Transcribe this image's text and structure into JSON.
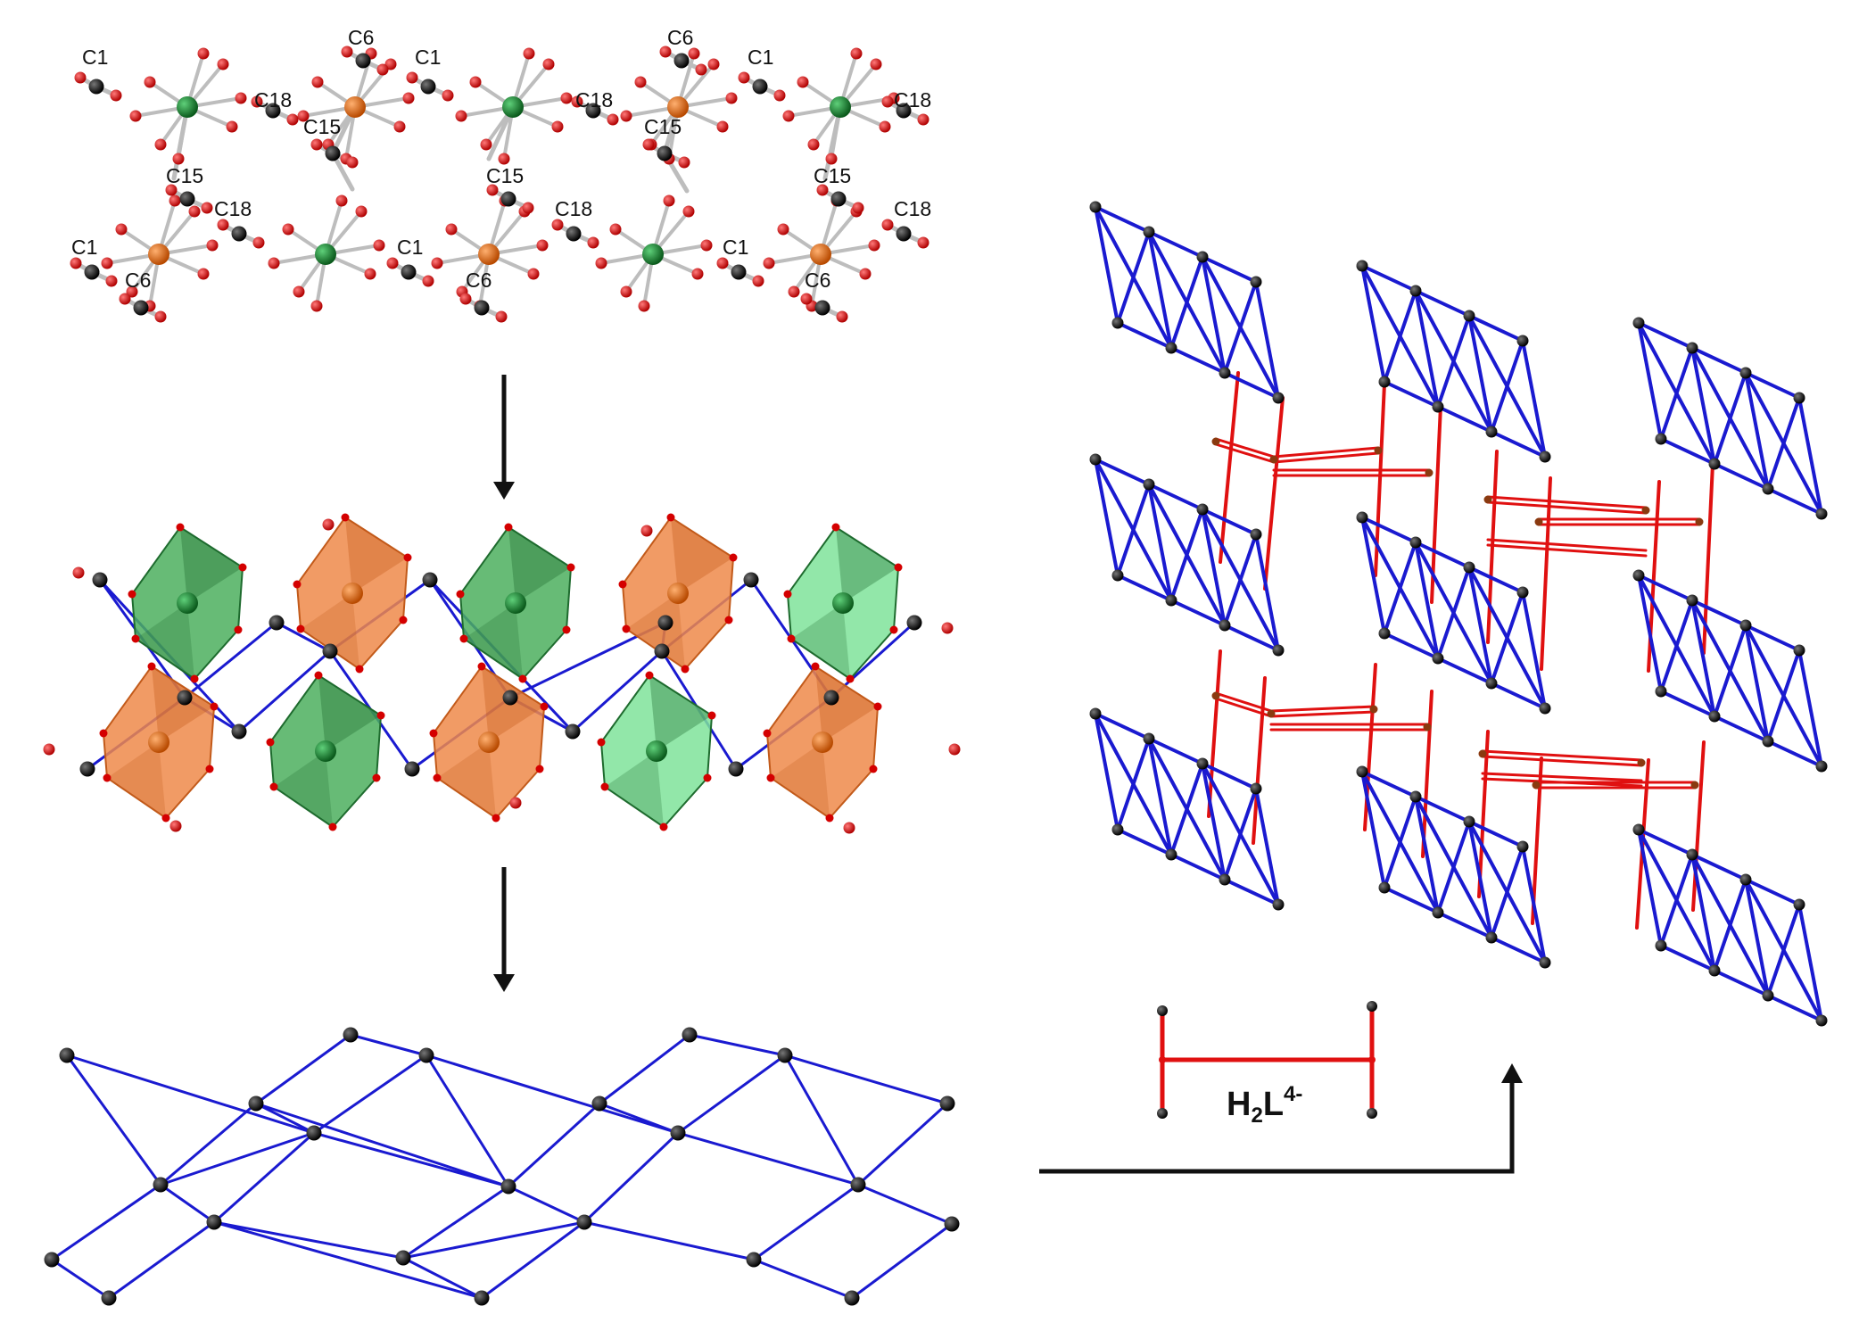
{
  "atom_labels": [
    "C1",
    "C6",
    "C15",
    "C18"
  ],
  "ligand": {
    "main": "H",
    "sub": "2",
    "mid": "L",
    "sup": "4-"
  },
  "colors": {
    "bond_grey": "#bdbdbd",
    "oxygen": "#d40000",
    "carbon": "#111111",
    "metal_green": "#1f7a2e",
    "metal_orange": "#e2680e",
    "poly_green": "#4caf5e",
    "poly_green_light": "#7fe39a",
    "poly_orange": "#ee8a4a",
    "net_blue": "#1a1ad0",
    "link_red": "#e01010",
    "arrow": "#111111"
  }
}
